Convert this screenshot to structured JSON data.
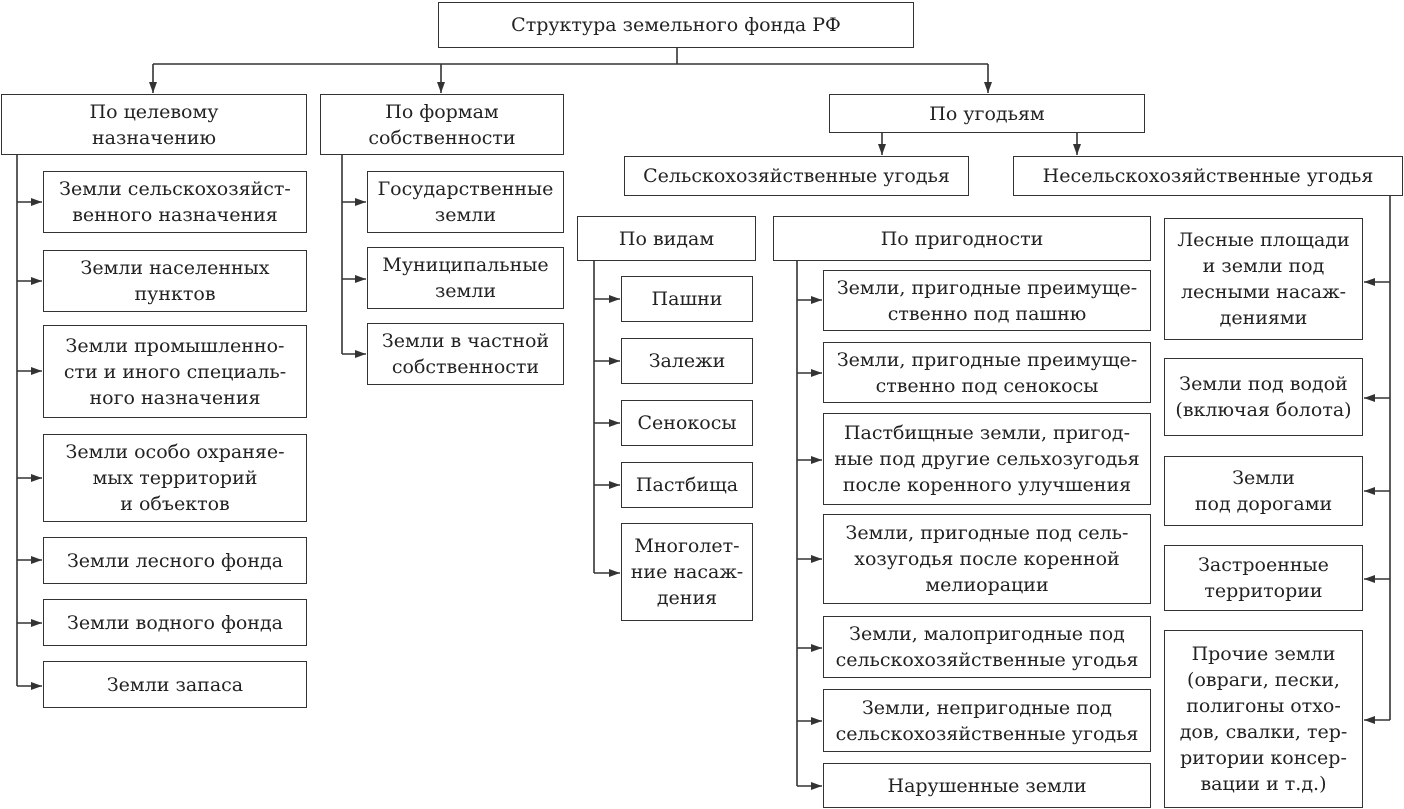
{
  "title": "Структура земельного фонда РФ",
  "by_purpose": {
    "header": "По целевому\nназначению",
    "items": [
      "Земли сельскохозяйст-\nвенного назначения",
      "Земли населенных\nпунктов",
      "Земли промышленно-\nсти и иного специаль-\nного назначения",
      "Земли особо охраняе-\nмых территорий\nи объектов",
      "Земли лесного фонда",
      "Земли водного фонда",
      "Земли запаса"
    ]
  },
  "by_ownership": {
    "header": "По формам\nсобственности",
    "items": [
      "Государственные\nземли",
      "Муниципальные\nземли",
      "Земли в частной\nсобственности"
    ]
  },
  "by_land_type": {
    "header": "По угодьям",
    "agricultural": {
      "header": "Сельскохозяйственные угодья",
      "by_kind": {
        "header": "По видам",
        "items": [
          "Пашни",
          "Залежи",
          "Сенокосы",
          "Пастбища",
          "Многолет-\nние насаж-\nдения"
        ]
      },
      "by_suitability": {
        "header": "По пригодности",
        "items": [
          "Земли, пригодные преимуще-\nственно под пашню",
          "Земли, пригодные преимуще-\nственно под сенокосы",
          "Пастбищные земли, пригод-\nные под другие сельхозугодья\nпосле коренного улучшения",
          "Земли, пригодные под сель-\nхозугодья после коренной\nмелиорации",
          "Земли, малопригодные под\nсельскохозяйственные угодья",
          "Земли, непригодные под\nсельскохозяйственные угодья",
          "Нарушенные земли"
        ]
      }
    },
    "non_agricultural": {
      "header": "Несельскохозяйственные угодья",
      "items": [
        "Лесные площади\nи земли под\nлесными насаж-\nдениями",
        "Земли под водой\n(включая болота)",
        "Земли\nпод дорогами",
        "Застроенные\nтерритории",
        "Прочие земли\n(овраги, пески,\nполигоны отхо-\nдов, свалки, тер-\nритории консер-\nвации и т.д.)"
      ]
    }
  }
}
